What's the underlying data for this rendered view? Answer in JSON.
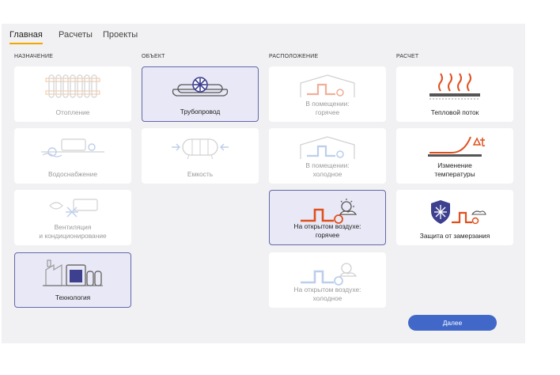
{
  "tabs": [
    {
      "label": "Главная",
      "active": true
    },
    {
      "label": "Расчеты",
      "active": false
    },
    {
      "label": "Проекты",
      "active": false
    }
  ],
  "columns": {
    "purpose": {
      "header": "НАЗНАЧЕНИЕ",
      "items": [
        {
          "label": "Отопление",
          "icon": "radiator-icon",
          "state": "disabled"
        },
        {
          "label": "Водоснабжение",
          "icon": "water-supply-icon",
          "state": "disabled"
        },
        {
          "label": "Вентиляция\nи кондиционирование",
          "icon": "ventilation-icon",
          "state": "disabled"
        },
        {
          "label": "Технология",
          "icon": "factory-icon",
          "state": "selected"
        }
      ]
    },
    "object": {
      "header": "ОБЪЕКТ",
      "items": [
        {
          "label": "Трубопровод",
          "icon": "pipeline-icon",
          "state": "selected"
        },
        {
          "label": "Емкость",
          "icon": "tank-icon",
          "state": "disabled"
        }
      ]
    },
    "location": {
      "header": "РАСПОЛОЖЕНИЕ",
      "items": [
        {
          "label": "В помещении:\nгорячее",
          "icon": "indoor-hot-icon",
          "state": "disabled"
        },
        {
          "label": "В помещении:\nхолодное",
          "icon": "indoor-cold-icon",
          "state": "disabled"
        },
        {
          "label": "На открытом воздухе:\nгорячее",
          "icon": "outdoor-hot-icon",
          "state": "selected"
        },
        {
          "label": "На открытом воздухе:\nхолодное",
          "icon": "outdoor-cold-icon",
          "state": "disabled"
        }
      ]
    },
    "calculation": {
      "header": "РАСЧЕТ",
      "items": [
        {
          "label": "Тепловой поток",
          "icon": "heat-flow-icon",
          "state": "normal"
        },
        {
          "label": "Изменение\nтемпературы",
          "icon": "temperature-change-icon",
          "state": "normal"
        },
        {
          "label": "Защита от замерзания",
          "icon": "freeze-protection-icon",
          "state": "normal"
        }
      ]
    }
  },
  "next_button": {
    "label": "Далее"
  },
  "colors": {
    "accent_tab": "#f1a700",
    "selected_border": "#6468a8",
    "selected_bg": "#e8e8f6",
    "button": "#4168c8",
    "hot": "#e0501e",
    "cold": "#6f95d6"
  }
}
